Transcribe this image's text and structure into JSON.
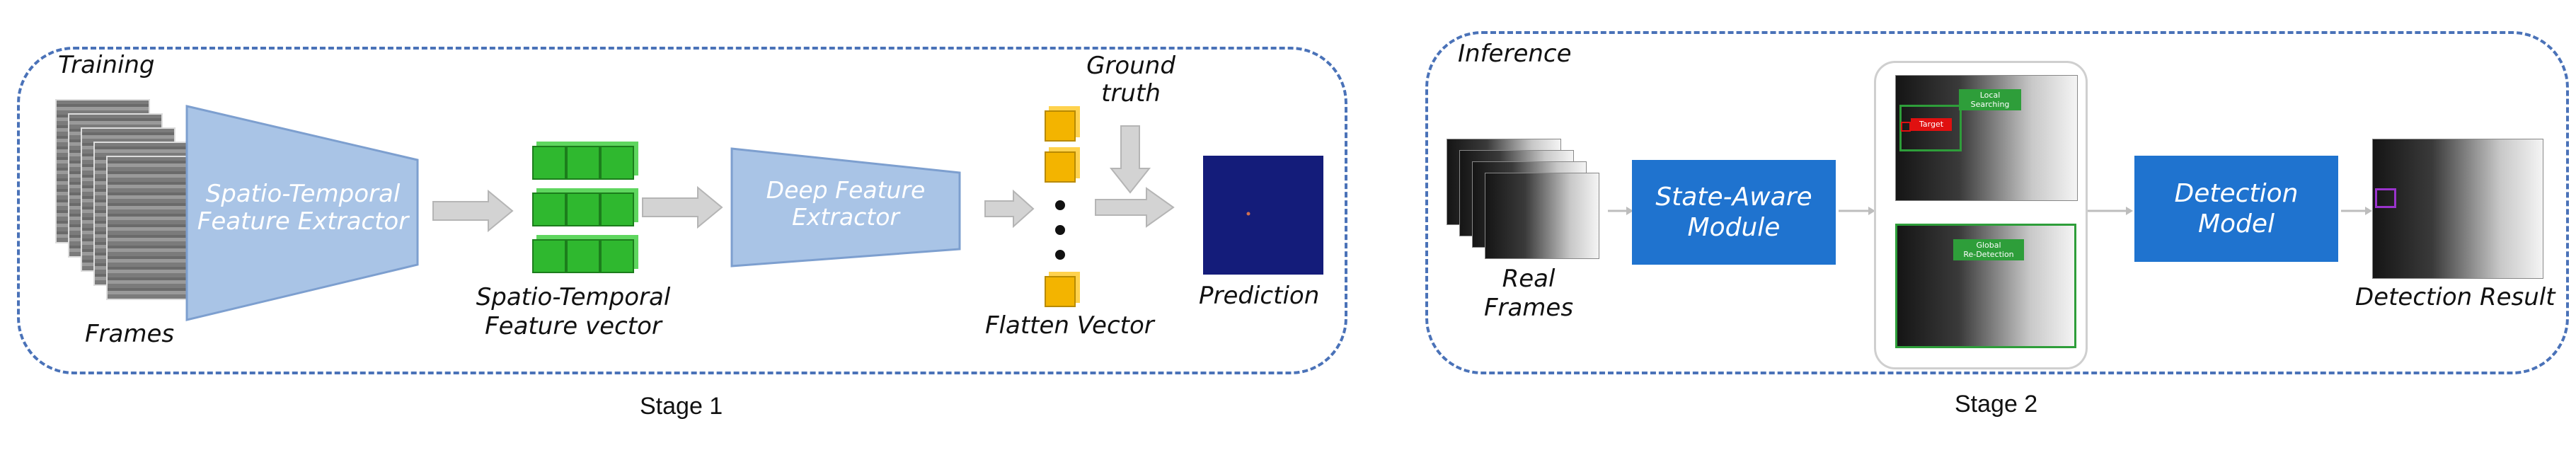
{
  "stage1": {
    "section_title": "Training",
    "frames_label": "Frames",
    "extractor_label": "Spatio-Temporal\nFeature Extractor",
    "feature_vector_label": "Spatio-Temporal\nFeature vector",
    "deep_extractor_label": "Deep Feature\nExtractor",
    "ground_truth_label": "Ground\ntruth",
    "flatten_label": "Flatten Vector",
    "prediction_label": "Prediction",
    "stage_label": "Stage 1"
  },
  "stage2": {
    "section_title": "Inference",
    "real_frames_label": "Real\nFrames",
    "state_aware_label": "State-Aware\nModule",
    "local_searching_label": "Local\nSearching",
    "target_label": "Target",
    "global_redetection_label": "Global\nRe-Detection",
    "detection_model_label": "Detection\nModel",
    "detection_result_label": "Detection Result",
    "stage_label": "Stage 2"
  },
  "colors": {
    "panel_border": "#4a72b8",
    "trapezoid_fill": "#a9c4e6",
    "module_fill": "#1f73cf",
    "arrow_fill": "#cfcfcf",
    "green_box": "#2e9e3a",
    "red_box": "#e01010",
    "purple_box": "#9a33cc"
  }
}
